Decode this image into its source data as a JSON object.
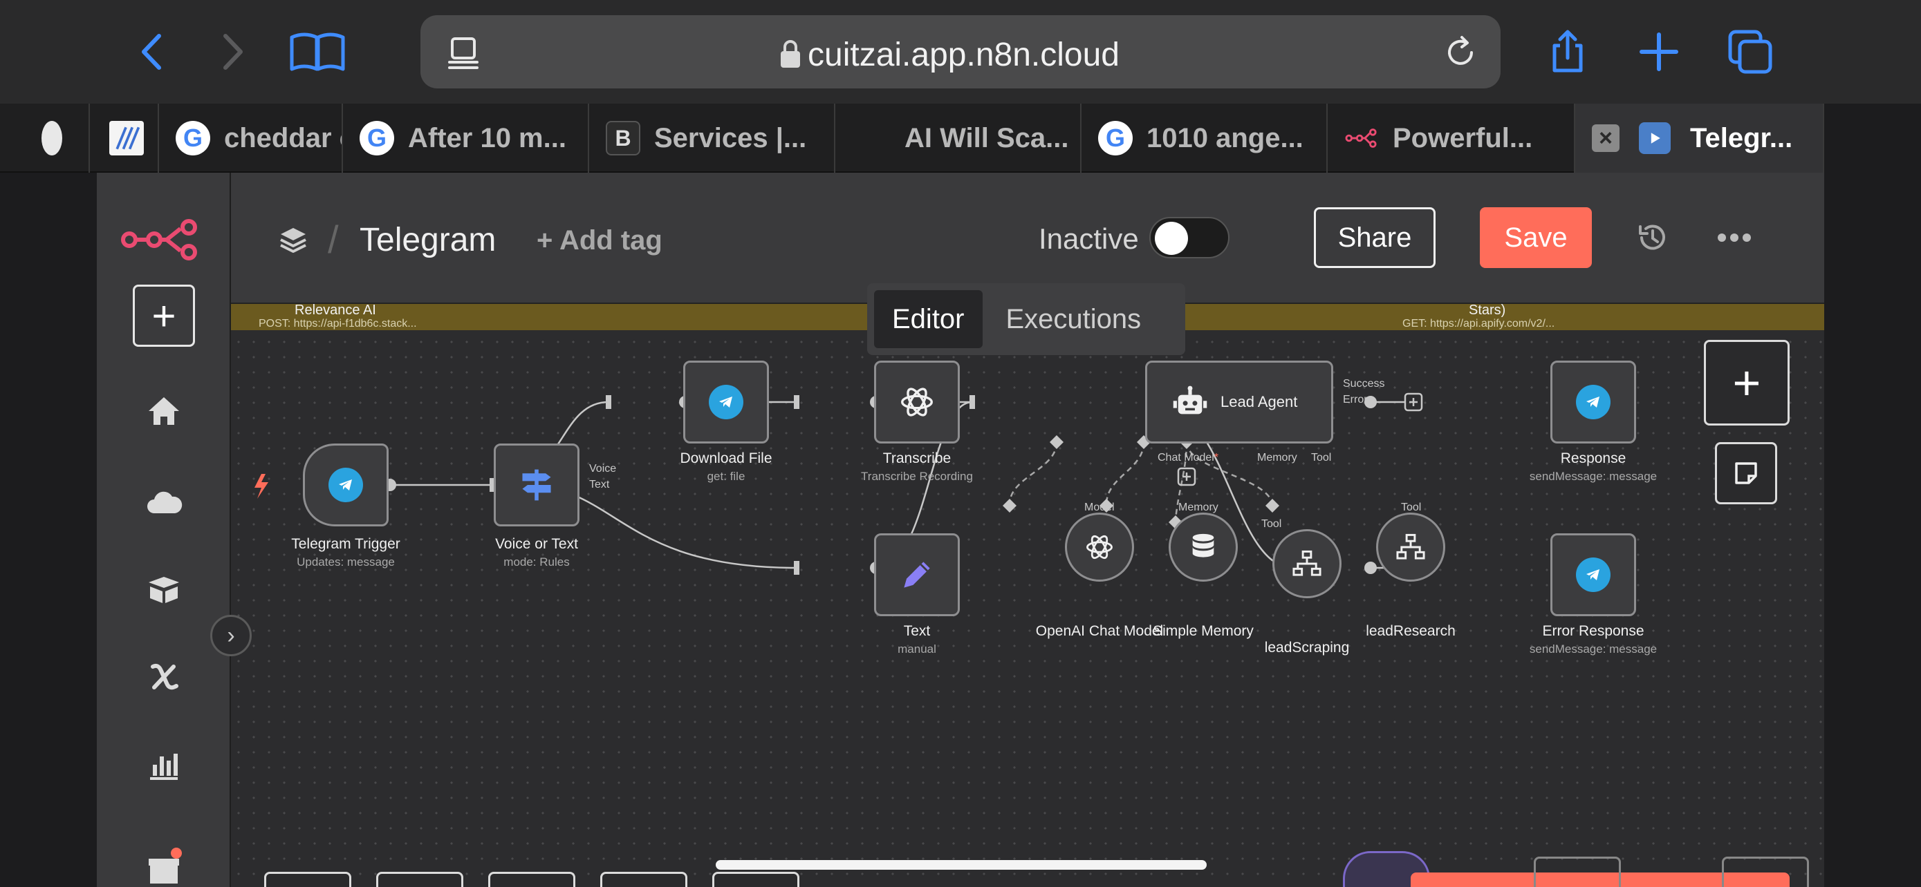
{
  "browser": {
    "url": "cuitzai.app.n8n.cloud",
    "tabs": [
      {
        "label": "",
        "icon": "tab-favicon"
      },
      {
        "label": "cheddar c",
        "icon": "google-icon"
      },
      {
        "label": "After 10 m...",
        "icon": "google-icon"
      },
      {
        "label": "Services |...",
        "icon": "b-icon"
      },
      {
        "label": "AI Will Sca...",
        "icon": "none"
      },
      {
        "label": "1010 ange...",
        "icon": "google-icon"
      },
      {
        "label": "Powerful...",
        "icon": "n8n-icon"
      },
      {
        "label": "Telegr...",
        "icon": "youtube-icon"
      }
    ]
  },
  "header": {
    "workflow_name": "Telegram",
    "add_tag": "+ Add tag",
    "status": "Inactive",
    "share_label": "Share",
    "save_label": "Save",
    "accent": "#ff6d5a"
  },
  "mode_switch": {
    "editor": "Editor",
    "executions": "Executions"
  },
  "top_strip": {
    "left_title": "Relevance AI",
    "left_sub": "POST: https://api-f1db6c.stack...",
    "right_title": "Stars)",
    "right_sub": "GET: https://api.apify.com/v2/..."
  },
  "nodes": {
    "telegram_trigger": {
      "title": "Telegram Trigger",
      "sub": "Updates: message"
    },
    "voice_or_text": {
      "title": "Voice or Text",
      "sub": "mode: Rules",
      "out_voice": "Voice",
      "out_text": "Text"
    },
    "download_file": {
      "title": "Download File",
      "sub": "get: file"
    },
    "transcribe": {
      "title": "Transcribe",
      "sub": "Transcribe Recording"
    },
    "text": {
      "title": "Text",
      "sub": "manual"
    },
    "lead_agent": {
      "title": "Lead Agent",
      "out_success": "Success",
      "out_error": "Error",
      "in_chat_model": "Chat Model",
      "chat_model_required": "*",
      "in_memory": "Memory",
      "in_tool": "Tool"
    },
    "openai_chat_model": {
      "title": "OpenAI Chat Model",
      "port": "Model"
    },
    "simple_memory": {
      "title": "Simple Memory",
      "port": "Memory"
    },
    "lead_scraping": {
      "title": "leadScraping",
      "port": "Tool"
    },
    "lead_research": {
      "title": "leadResearch",
      "port": "Tool"
    },
    "response": {
      "title": "Response",
      "sub": "sendMessage: message"
    },
    "error_response": {
      "title": "Error Response",
      "sub": "sendMessage: message"
    }
  }
}
